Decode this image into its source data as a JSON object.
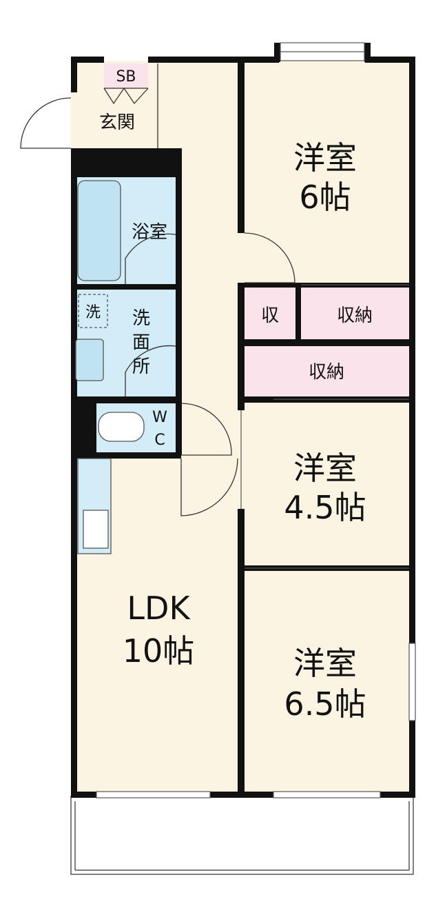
{
  "colors": {
    "wall": "#111111",
    "floor": "#fbf4e2",
    "wet": "#d2ecf8",
    "storage": "#fbe3ec",
    "fixture": "#bfe3f3",
    "line": "#555555"
  },
  "rooms": {
    "shoe_box": "SB",
    "entrance": "玄関",
    "bath": "浴室",
    "washer": "洗",
    "washroom_1": "洗",
    "washroom_2": "面",
    "washroom_3": "所",
    "wc_1": "W",
    "wc_2": "C",
    "bedroom_a_1": "洋室",
    "bedroom_a_2": "6帖",
    "storage_small": "収",
    "storage_a": "収納",
    "storage_b": "収納",
    "bedroom_b_1": "洋室",
    "bedroom_b_2": "4.5帖",
    "ldk_1": "LDK",
    "ldk_2": "10帖",
    "bedroom_c_1": "洋室",
    "bedroom_c_2": "6.5帖"
  }
}
